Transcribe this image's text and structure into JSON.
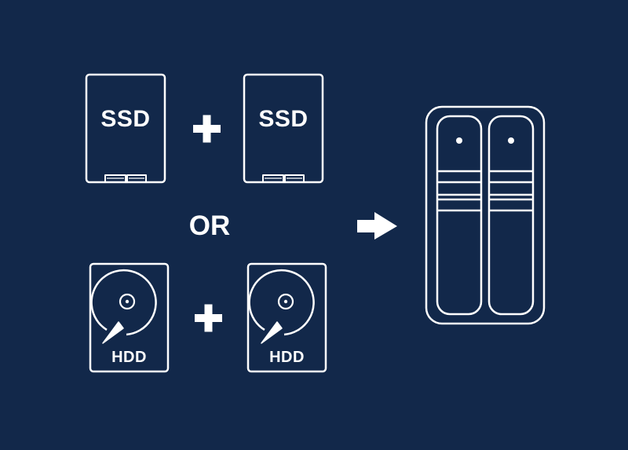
{
  "diagram": {
    "background_color": "#12284a",
    "stroke_color": "#ffffff",
    "ssd_pair": {
      "left": {
        "label": "SSD",
        "icon": "ssd-icon"
      },
      "right": {
        "label": "SSD",
        "icon": "ssd-icon"
      },
      "plus_icon": "plus-icon"
    },
    "separator_text": "OR",
    "hdd_pair": {
      "left": {
        "label": "HDD",
        "icon": "hdd-icon"
      },
      "right": {
        "label": "HDD",
        "icon": "hdd-icon"
      },
      "plus_icon": "plus-icon"
    },
    "arrow_icon": "arrow-right-icon",
    "target_icon": "two-bay-nas-icon"
  }
}
